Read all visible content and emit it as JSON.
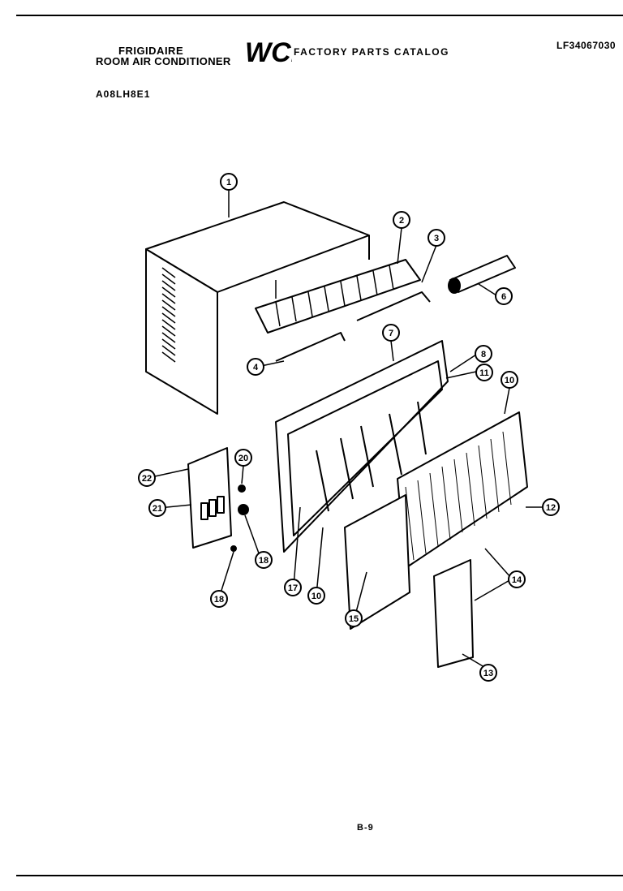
{
  "header": {
    "brand": "FRIGIDAIRE",
    "product": "ROOM AIR CONDITIONER",
    "logo_text": "WCI",
    "catalog": "FACTORY PARTS CATALOG",
    "ref_number": "LF34067030",
    "model": "A08LH8E1"
  },
  "footer": {
    "page": "B-9"
  },
  "callouts": [
    {
      "id": "c1",
      "label": "1"
    },
    {
      "id": "c2",
      "label": "2"
    },
    {
      "id": "c3",
      "label": "3"
    },
    {
      "id": "c4",
      "label": "4"
    },
    {
      "id": "c6",
      "label": "6"
    },
    {
      "id": "c7",
      "label": "7"
    },
    {
      "id": "c8",
      "label": "8"
    },
    {
      "id": "c11",
      "label": "11"
    },
    {
      "id": "c10a",
      "label": "10"
    },
    {
      "id": "c12",
      "label": "12"
    },
    {
      "id": "c14",
      "label": "14"
    },
    {
      "id": "c13",
      "label": "13"
    },
    {
      "id": "c15",
      "label": "15"
    },
    {
      "id": "c10b",
      "label": "10"
    },
    {
      "id": "c17",
      "label": "17"
    },
    {
      "id": "c22",
      "label": "22"
    },
    {
      "id": "c21",
      "label": "21"
    },
    {
      "id": "c20",
      "label": "20"
    },
    {
      "id": "c18a",
      "label": "18"
    },
    {
      "id": "c18b",
      "label": "18"
    }
  ]
}
